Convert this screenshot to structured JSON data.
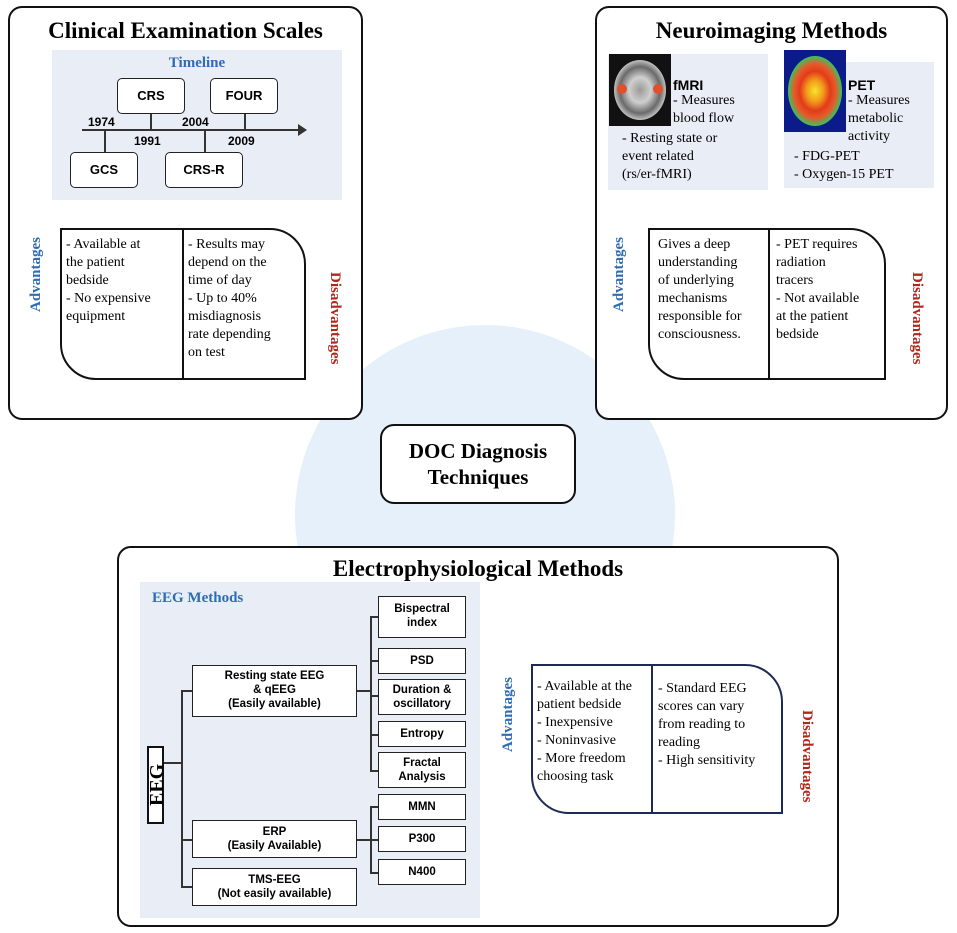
{
  "center": {
    "title_line1": "DOC Diagnosis",
    "title_line2": "Techniques"
  },
  "clinical": {
    "title": "Clinical Examination Scales",
    "timeline_title": "Timeline",
    "events": [
      {
        "label": "GCS",
        "year": "1974"
      },
      {
        "label": "CRS",
        "year": "1991"
      },
      {
        "label": "FOUR",
        "year": "2004"
      },
      {
        "label": "CRS-R",
        "year": "2009"
      }
    ],
    "advantages_label": "Advantages",
    "disadvantages_label": "Disadvantages",
    "advantages": [
      "- Available at",
      "the patient",
      "bedside",
      "- No expensive",
      "equipment"
    ],
    "disadvantages": [
      "- Results may",
      "depend on the",
      "time of day",
      "- Up to 40%",
      "misdiagnosis",
      "rate depending",
      "on test"
    ]
  },
  "neuro": {
    "title": "Neuroimaging Methods",
    "fmri_title": "fMRI",
    "fmri_lines": [
      "- Measures",
      "blood flow"
    ],
    "fmri_sub": [
      "-  Resting state or",
      "event related",
      "(rs/er-fMRI)"
    ],
    "pet_title": "PET",
    "pet_lines": [
      "- Measures",
      "metabolic",
      "activity"
    ],
    "pet_sub": [
      "- FDG-PET",
      "- Oxygen-15 PET"
    ],
    "advantages_label": "Advantages",
    "disadvantages_label": "Disadvantages",
    "advantages": [
      "Gives a deep",
      "understanding",
      "of underlying",
      "mechanisms",
      "responsible for",
      "consciousness."
    ],
    "disadvantages": [
      "- PET requires",
      "radiation",
      "tracers",
      "- Not available",
      "at the patient",
      "bedside"
    ]
  },
  "electro": {
    "title": "Electrophysiological Methods",
    "eeg_methods_title": "EEG Methods",
    "eeg_root": "EEG",
    "branches": [
      {
        "label": [
          "Resting state EEG",
          "& qEEG",
          "(Easily available)"
        ]
      },
      {
        "label": [
          "ERP",
          "(Easily Available)"
        ]
      },
      {
        "label": [
          "TMS-EEG",
          "(Not easily available)"
        ]
      }
    ],
    "resting_children": [
      [
        "Bispectral",
        "index"
      ],
      [
        "PSD"
      ],
      [
        "Duration &",
        "oscillatory"
      ],
      [
        "Entropy"
      ],
      [
        "Fractal",
        "Analysis"
      ]
    ],
    "erp_children": [
      "MMN",
      "P300",
      "N400"
    ],
    "advantages_label": "Advantages",
    "disadvantages_label": "Disadvantages",
    "advantages": [
      "- Available at the",
      "patient bedside",
      "- Inexpensive",
      "- Noninvasive",
      "- More freedom",
      "choosing task"
    ],
    "disadvantages": [
      "- Standard EEG",
      "scores can vary",
      "from reading to",
      "reading",
      "- High sensitivity"
    ]
  }
}
